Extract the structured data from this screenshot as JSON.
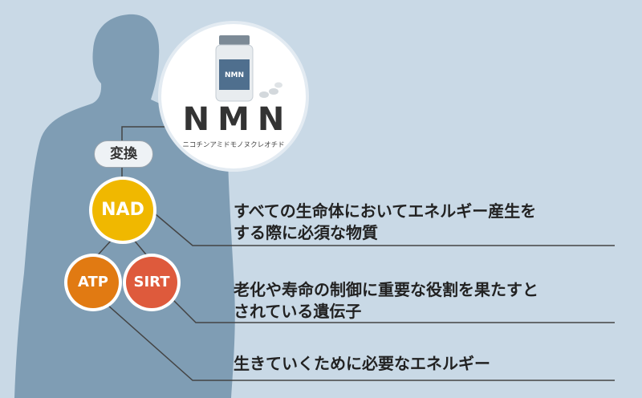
{
  "product": {
    "name": "NMN",
    "reading": "ニコチンアミドモノヌクレオチド",
    "bottle_label": "NMN"
  },
  "conversion_label": "変換",
  "nodes": {
    "nad": {
      "label": "NAD",
      "color": "#f0b800"
    },
    "atp": {
      "label": "ATP",
      "color": "#e17a12"
    },
    "sirt": {
      "label": "SIRT",
      "color": "#de5a3c"
    }
  },
  "descriptions": {
    "nad": [
      "すべての生命体においてエネルギー産生を",
      "する際に必須な物質"
    ],
    "sirt": [
      "老化や寿命の制御に重要な役割を果たすと",
      "されている遺伝子"
    ],
    "atp": [
      "生きていくために必要なエネルギー"
    ]
  },
  "colors": {
    "background": "#c9d9e6",
    "silhouette": "#7f9db4",
    "line": "#444444"
  }
}
